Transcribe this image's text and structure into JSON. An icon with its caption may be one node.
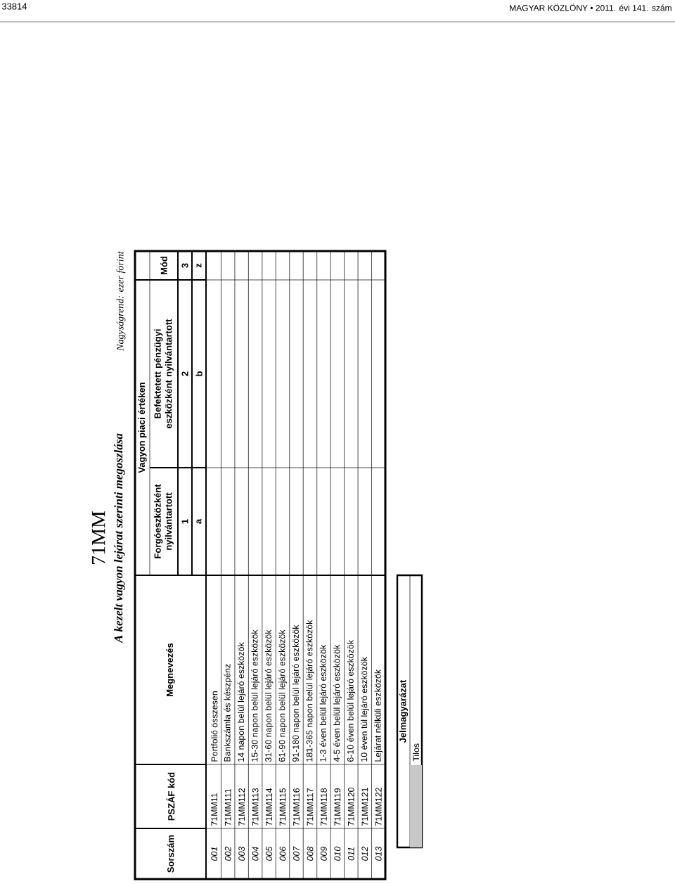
{
  "diagram": {
    "title": "71MM",
    "labels": [
      "33814",
      "MAGYAR KÖZLÖNY • 2011. évi 141. szám",
      "A kezelt vagyon lejárat szerinti megoszlása",
      "Nagyságrend: ezer forint",
      "Sorszám",
      "PSZÁF kód",
      "Megnevezés",
      "Vagyon piaci értéken",
      "Forgóeszközként nyilvántartott",
      "Befektetett pénzügyi eszközként nyilvántartott",
      "Mód",
      "1",
      "2",
      "3",
      "a",
      "b",
      "z",
      "001",
      "71MM11",
      "Portfolió összesen",
      "002",
      "71MM111",
      "Bankszámla és készpénz",
      "003",
      "71MM112",
      "14 napon belül lejáró eszközök",
      "004",
      "71MM113",
      "15-30 napon belül lejáró eszközök",
      "005",
      "71MM114",
      "31-60 napon belül lejáró eszközök",
      "006",
      "71MM115",
      "61-90 napon belül lejáró eszközök",
      "007",
      "71MM116",
      "91-180 napon belül lejáró eszközök",
      "008",
      "71MM117",
      "181-365 napon belül lejáró eszközök",
      "009",
      "71MM118",
      "1-3 éven belül lejáró eszközök",
      "010",
      "71MM119",
      "4-5 éven belül lejáró eszközök",
      "011",
      "71MM120",
      "6-10 éven belül lejáró eszközök",
      "012",
      "71MM121",
      "10 éven túl lejáró eszközök",
      "013",
      "71MM122",
      "Lejárat nélküli eszközök",
      "Jelmagyarázat"
    ],
    "legend": [
      {
        "text": "Tilos",
        "color": "#c8c8c8"
      }
    ]
  }
}
